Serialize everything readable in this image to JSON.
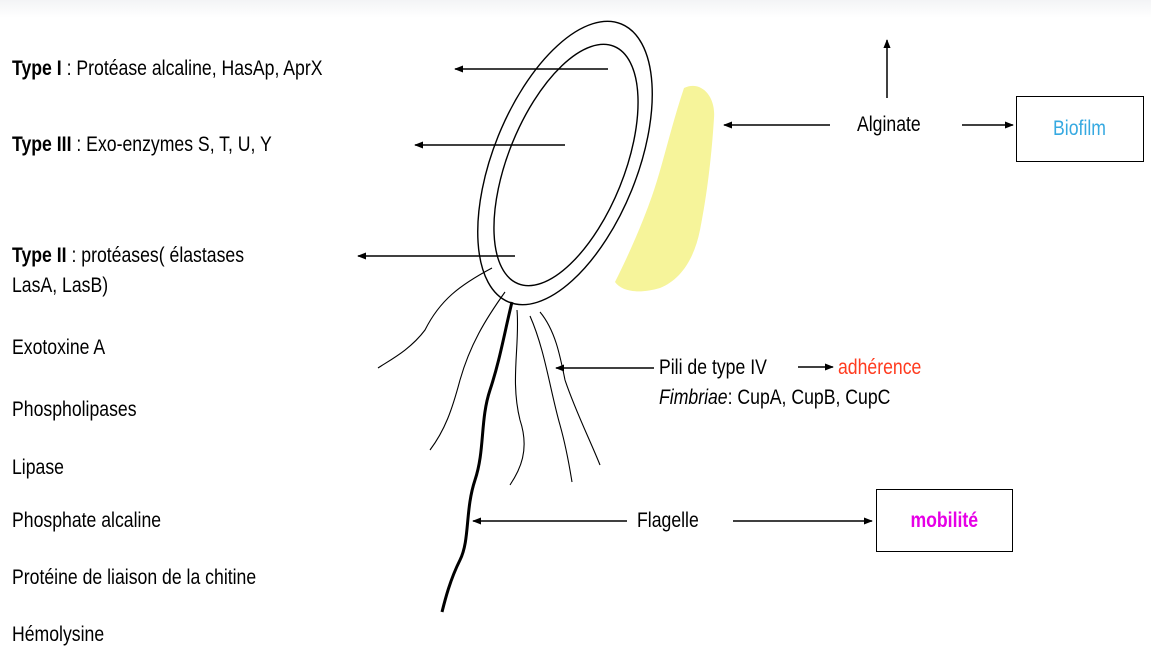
{
  "colors": {
    "biofilm_text": "#36a9e1",
    "mobilite_text": "#e600e6",
    "adherence_text": "#ff3b1f",
    "alginate_fill": "#f6f49a",
    "ink": "#000000"
  },
  "left_labels": {
    "type1": {
      "prefix": "Type I",
      "text": " : Protéase alcaline, HasAp, AprX"
    },
    "type3": {
      "prefix": "Type III",
      "text": " :  Exo-enzymes S, T, U, Y"
    },
    "type2": {
      "prefix": "Type II",
      "text": " : protéases( élastases"
    },
    "type2_cont": "LasA, LasB)",
    "exotoxine": "Exotoxine A",
    "phospholipases": "Phospholipases",
    "lipase": "Lipase",
    "phosphate": "Phosphate alcaline",
    "chitine": "Protéine de liaison de la chitine",
    "hemolysine": "Hémolysine"
  },
  "right_labels": {
    "alginate": "Alginate",
    "biofilm": "Biofilm",
    "pili": "Pili de type IV",
    "adherence": "adhérence",
    "fimbriae_italic": "Fimbriae",
    "fimbriae_rest": ": CupA, CupB, CupC",
    "flagelle": "Flagelle",
    "mobilite": "mobilité"
  },
  "icons": {
    "bacterium": "rod-bacterium-outline",
    "alginate_layer": "alginate-blob",
    "arrows": "line-arrow"
  }
}
